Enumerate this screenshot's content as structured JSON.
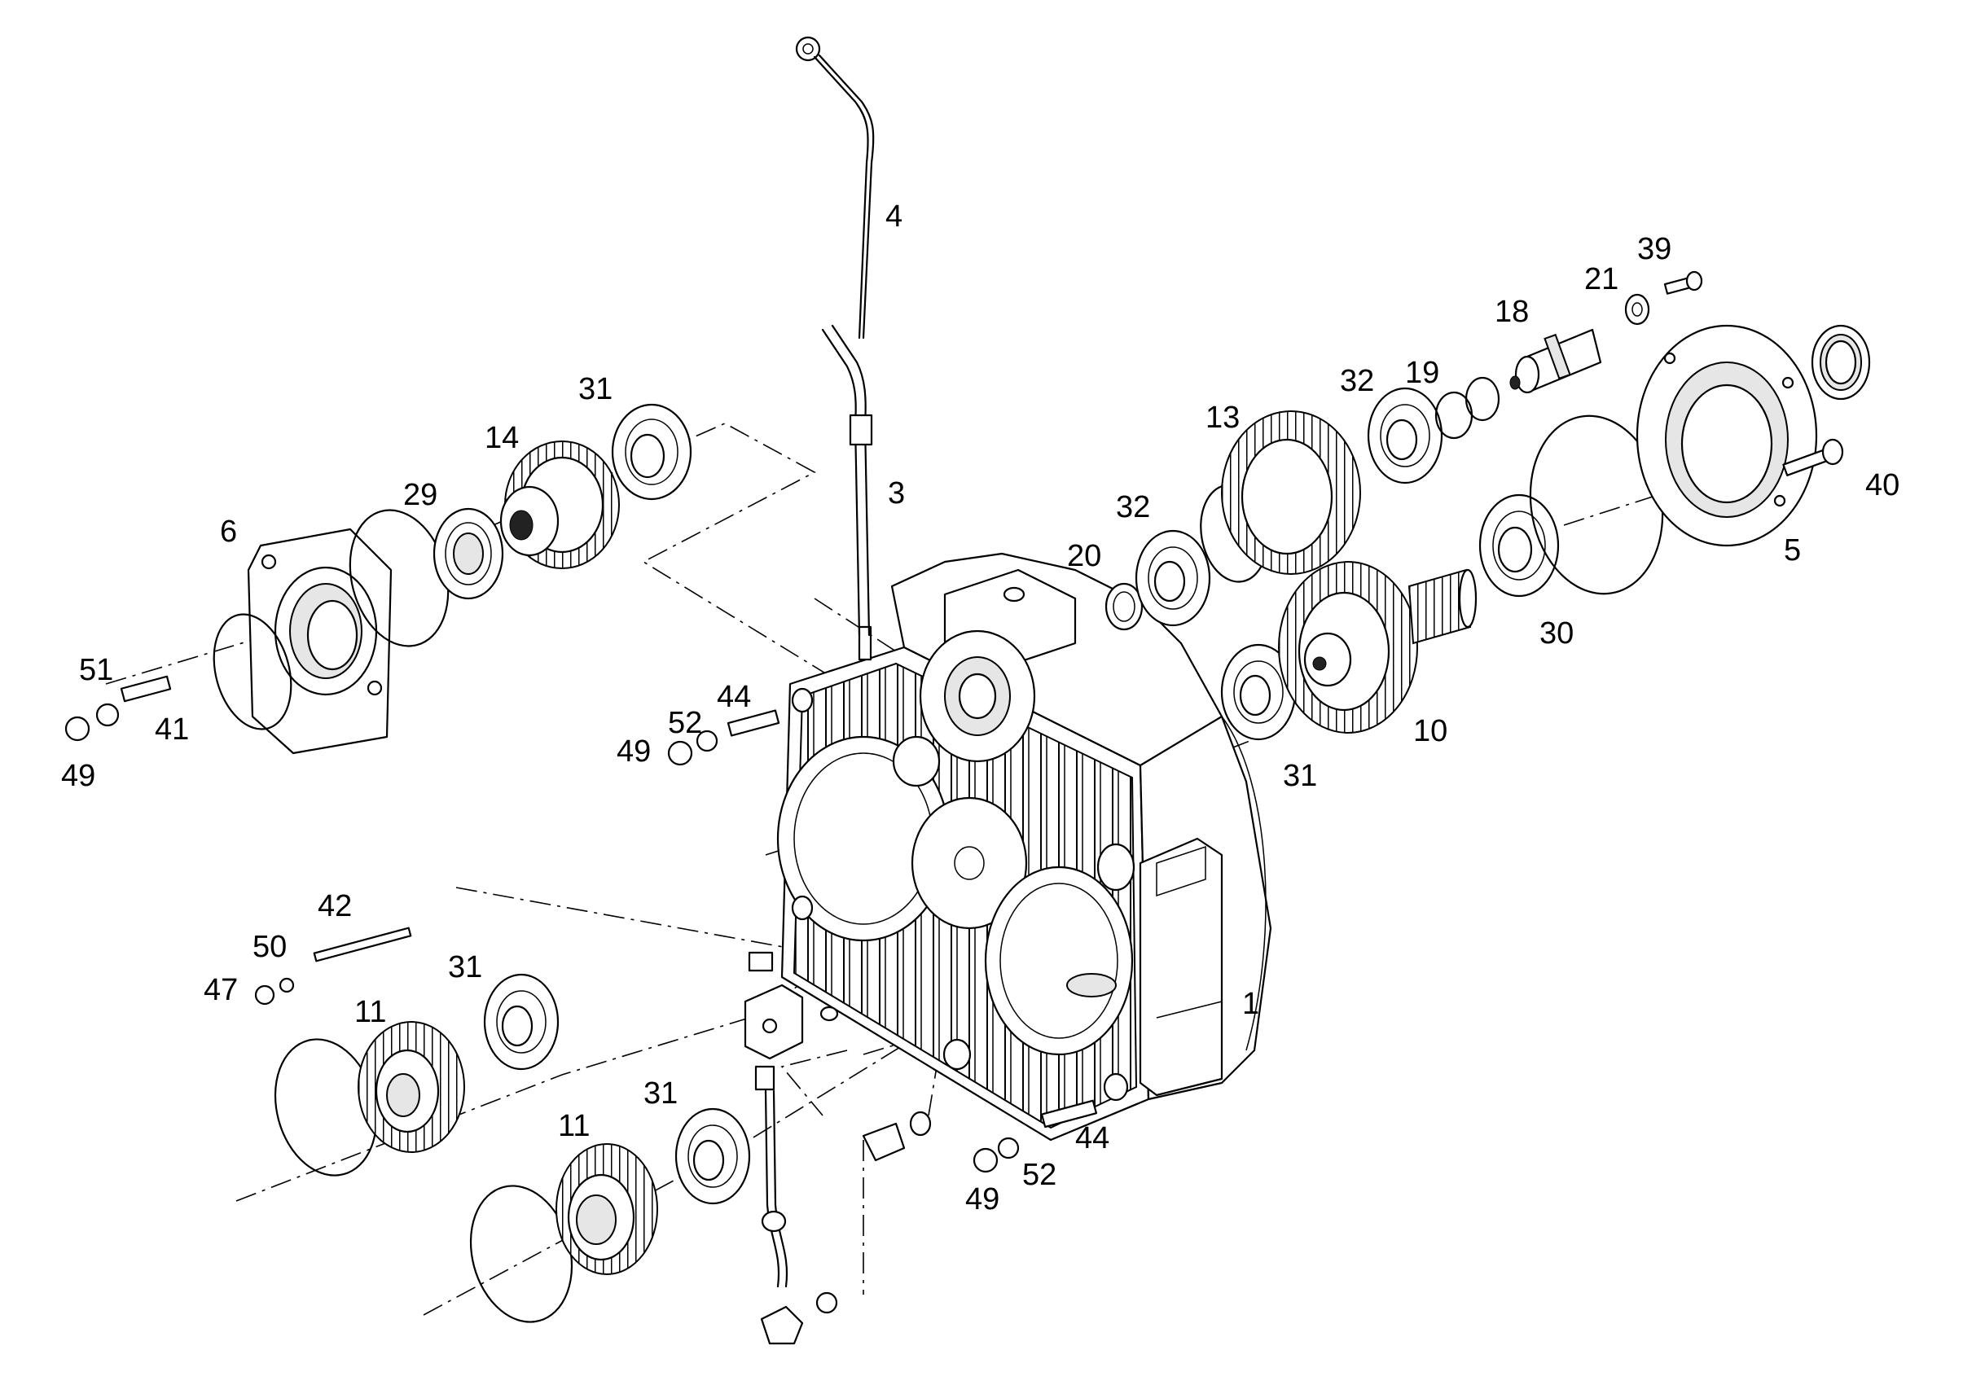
{
  "callouts": [
    {
      "id": "c-1",
      "label": "1"
    },
    {
      "id": "c-3",
      "label": "3"
    },
    {
      "id": "c-4",
      "label": "4"
    },
    {
      "id": "c-5",
      "label": "5"
    },
    {
      "id": "c-6",
      "label": "6"
    },
    {
      "id": "c-10",
      "label": "10"
    },
    {
      "id": "c-11a",
      "label": "11"
    },
    {
      "id": "c-11b",
      "label": "11"
    },
    {
      "id": "c-13",
      "label": "13"
    },
    {
      "id": "c-14",
      "label": "14"
    },
    {
      "id": "c-18",
      "label": "18"
    },
    {
      "id": "c-19",
      "label": "19"
    },
    {
      "id": "c-20",
      "label": "20"
    },
    {
      "id": "c-21",
      "label": "21"
    },
    {
      "id": "c-29",
      "label": "29"
    },
    {
      "id": "c-30",
      "label": "30"
    },
    {
      "id": "c-31a",
      "label": "31"
    },
    {
      "id": "c-31b",
      "label": "31"
    },
    {
      "id": "c-31c",
      "label": "31"
    },
    {
      "id": "c-31d",
      "label": "31"
    },
    {
      "id": "c-32a",
      "label": "32"
    },
    {
      "id": "c-32b",
      "label": "32"
    },
    {
      "id": "c-39",
      "label": "39"
    },
    {
      "id": "c-40",
      "label": "40"
    },
    {
      "id": "c-41",
      "label": "41"
    },
    {
      "id": "c-42",
      "label": "42"
    },
    {
      "id": "c-44a",
      "label": "44"
    },
    {
      "id": "c-44b",
      "label": "44"
    },
    {
      "id": "c-47",
      "label": "47"
    },
    {
      "id": "c-49a",
      "label": "49"
    },
    {
      "id": "c-49b",
      "label": "49"
    },
    {
      "id": "c-49c",
      "label": "49"
    },
    {
      "id": "c-50",
      "label": "50"
    },
    {
      "id": "c-51",
      "label": "51"
    },
    {
      "id": "c-52a",
      "label": "52"
    },
    {
      "id": "c-52b",
      "label": "52"
    }
  ]
}
